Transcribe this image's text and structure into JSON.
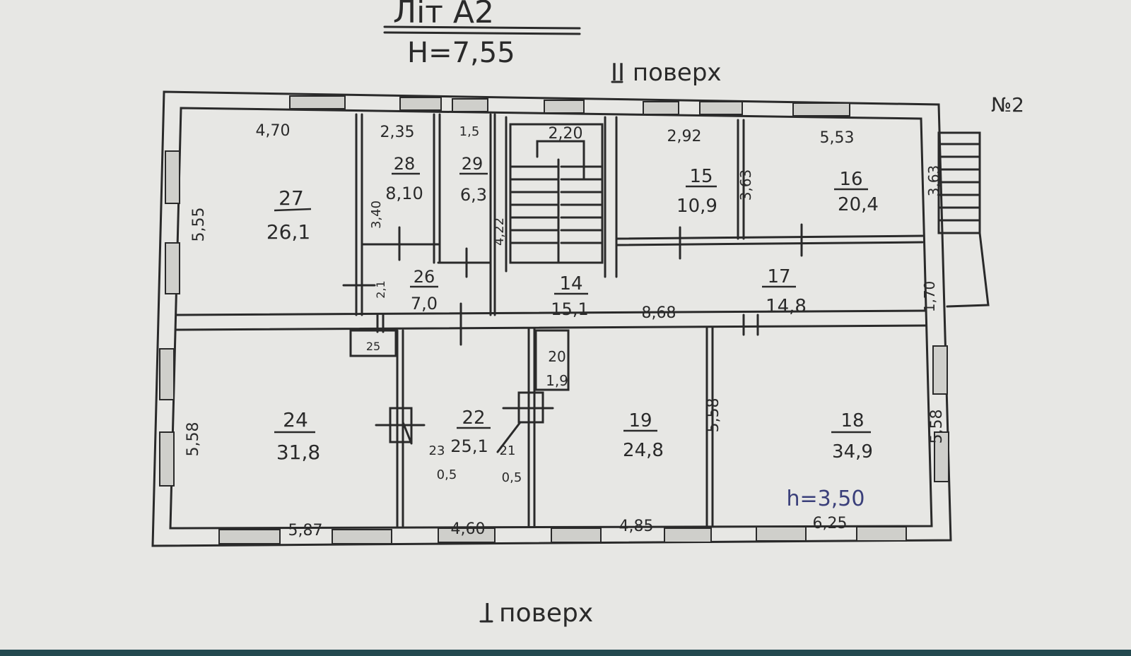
{
  "header": {
    "lit": "Літ А2",
    "height": "Н=7,55",
    "floor_upper": "II поверх",
    "floor_lower": "I поверх",
    "corner_mark": "№2"
  },
  "rooms": [
    {
      "id": "27",
      "number": "27",
      "area": "26,1"
    },
    {
      "id": "28",
      "number": "28",
      "area": "8,10"
    },
    {
      "id": "29",
      "number": "29",
      "area": "6,3"
    },
    {
      "id": "26",
      "number": "26",
      "area": "7,0"
    },
    {
      "id": "14",
      "number": "14",
      "area": "15,1"
    },
    {
      "id": "15",
      "number": "15",
      "area": "10,9"
    },
    {
      "id": "16",
      "number": "16",
      "area": "20,4"
    },
    {
      "id": "17",
      "number": "17",
      "area": "14,8"
    },
    {
      "id": "24",
      "number": "24",
      "area": "31,8"
    },
    {
      "id": "22",
      "number": "22",
      "area": "25,1"
    },
    {
      "id": "19",
      "number": "19",
      "area": "24,8"
    },
    {
      "id": "18",
      "number": "18",
      "area": "34,9"
    },
    {
      "id": "20",
      "number": "20",
      "area": "1,9"
    },
    {
      "id": "23",
      "number": "23",
      "area": "0,5"
    },
    {
      "id": "21",
      "number": "21",
      "area": "0,5"
    },
    {
      "id": "25",
      "number": "25",
      "area": ""
    }
  ],
  "dimensions": {
    "d_470": "4,70",
    "d_235": "2,35",
    "d_15": "1,5",
    "d_220": "2,20",
    "d_292": "2,92",
    "d_553": "5,53",
    "d_555": "5,55",
    "d_340": "3,40",
    "d_422": "4,22",
    "d_363a": "3,63",
    "d_363b": "3,63",
    "d_21": "2,1",
    "d_868": "8,68",
    "d_170": "1,70",
    "d_558a": "5,58",
    "d_558b": "5,58",
    "d_558c": "5,58",
    "d_587": "5,87",
    "d_460": "4,60",
    "d_485": "4,85",
    "d_625": "6,25",
    "h_ceiling": "h=3,50"
  },
  "colors": {
    "paper": "#e7e7e4",
    "ink": "#2a2a2a",
    "blue_ink": "#3a3f7a",
    "bar": "#23494f"
  }
}
